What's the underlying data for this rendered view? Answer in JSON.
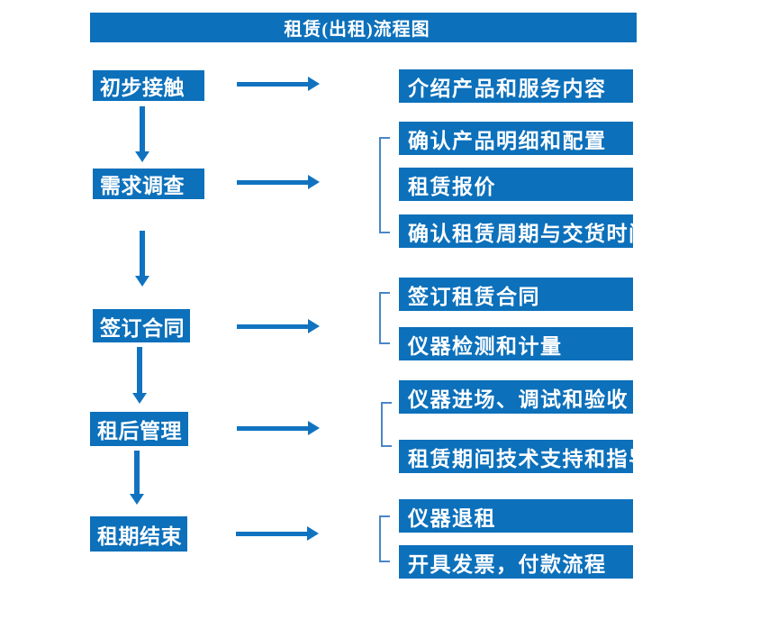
{
  "flowchart": {
    "title": "租赁(出租)流程图",
    "steps": [
      {
        "label": "初步接触",
        "details": [
          "介绍产品和服务内容"
        ]
      },
      {
        "label": "需求调查",
        "details": [
          "确认产品明细和配置",
          "租赁报价",
          "确认租赁周期与交货时间"
        ]
      },
      {
        "label": "签订合同",
        "details": [
          "签订租赁合同",
          "仪器检测和计量"
        ]
      },
      {
        "label": "租后管理",
        "details": [
          "仪器进场、调试和验收",
          "租赁期间技术支持和指导"
        ]
      },
      {
        "label": "租期结束",
        "details": [
          "仪器退租",
          "开具发票，付款流程"
        ]
      }
    ]
  },
  "colors": {
    "primary": "#0c70bb",
    "arrow": "#1173c0",
    "bracket": "#4a86c5",
    "box-text": "#ffffff",
    "background": "#ffffff"
  }
}
